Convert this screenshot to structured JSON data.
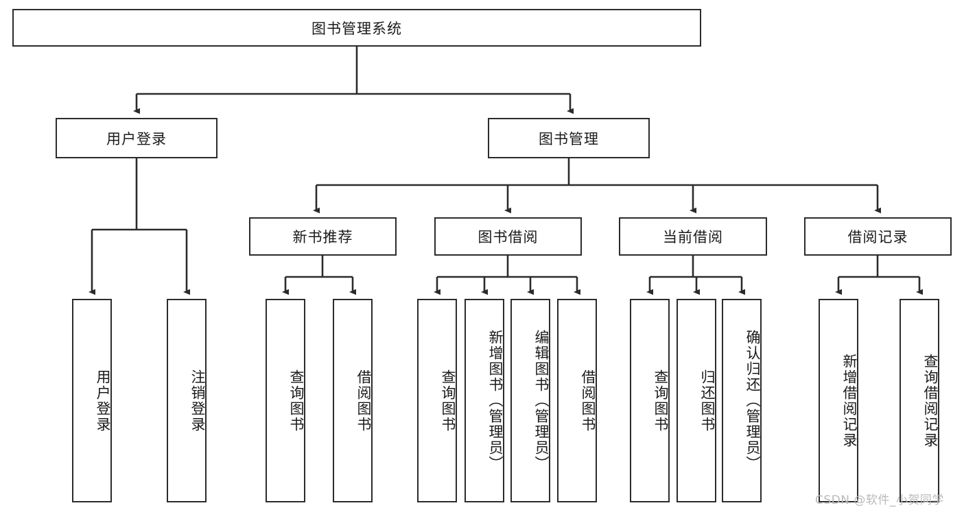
{
  "diagram": {
    "type": "hierarchy-tree",
    "title": "图书管理系统",
    "watermark": "CSDN @软件_小贺同学",
    "stroke_color": "#2b2b2b",
    "fill_color": "#ffffff",
    "text_color": "#1a1a1a",
    "root": {
      "id": "root",
      "label": "图书管理系统"
    },
    "level2": [
      {
        "id": "user-login",
        "label": "用户登录"
      },
      {
        "id": "book-management",
        "label": "图书管理"
      }
    ],
    "level3": [
      {
        "id": "new-book-recommend",
        "label": "新书推荐",
        "parent": "book-management"
      },
      {
        "id": "book-borrow",
        "label": "图书借阅",
        "parent": "book-management"
      },
      {
        "id": "current-borrow",
        "label": "当前借阅",
        "parent": "book-management"
      },
      {
        "id": "borrow-record",
        "label": "借阅记录",
        "parent": "book-management"
      }
    ],
    "leaves": [
      {
        "id": "leaf-user-login",
        "label": "用户登录",
        "parent": "user-login"
      },
      {
        "id": "leaf-logout-login",
        "label": "注销登录",
        "parent": "user-login"
      },
      {
        "id": "leaf-query-book-1",
        "label": "查询图书",
        "parent": "new-book-recommend"
      },
      {
        "id": "leaf-borrow-book-1",
        "label": "借阅图书",
        "parent": "new-book-recommend"
      },
      {
        "id": "leaf-query-book-2",
        "label": "查询图书",
        "parent": "book-borrow"
      },
      {
        "id": "leaf-add-book",
        "label": "新增图书（管理员）",
        "parent": "book-borrow"
      },
      {
        "id": "leaf-edit-book",
        "label": "编辑图书（管理员）",
        "parent": "book-borrow"
      },
      {
        "id": "leaf-borrow-book-2",
        "label": "借阅图书",
        "parent": "book-borrow"
      },
      {
        "id": "leaf-query-book-3",
        "label": "查询图书",
        "parent": "current-borrow"
      },
      {
        "id": "leaf-return-book",
        "label": "归还图书",
        "parent": "current-borrow"
      },
      {
        "id": "leaf-confirm-return",
        "label": "确认归还（管理员）",
        "parent": "current-borrow"
      },
      {
        "id": "leaf-add-record",
        "label": "新增借阅记录",
        "parent": "borrow-record"
      },
      {
        "id": "leaf-query-record",
        "label": "查询借阅记录",
        "parent": "borrow-record"
      }
    ]
  }
}
